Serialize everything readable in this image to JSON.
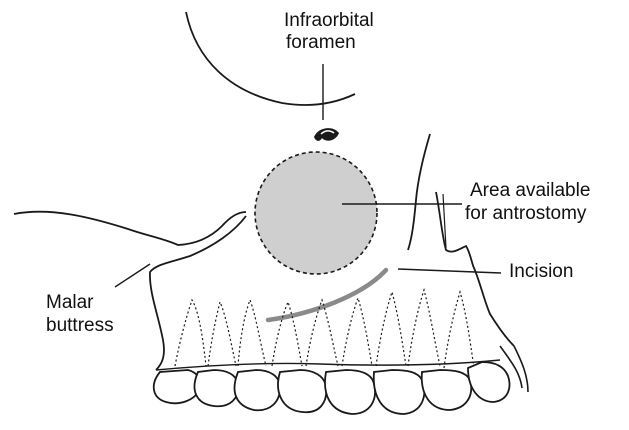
{
  "labels": {
    "infraorbital_line1": "Infraorbital",
    "infraorbital_line2": "foramen",
    "area_line1": "Area available",
    "area_line2": "for antrostomy",
    "incision": "Incision",
    "malar_line1": "Malar",
    "malar_line2": "buttress"
  },
  "colors": {
    "line": "#1a1a1a",
    "antrostomy_fill": "#cfcfcf",
    "incision_stroke": "#8a8a8a",
    "background": "#ffffff"
  }
}
